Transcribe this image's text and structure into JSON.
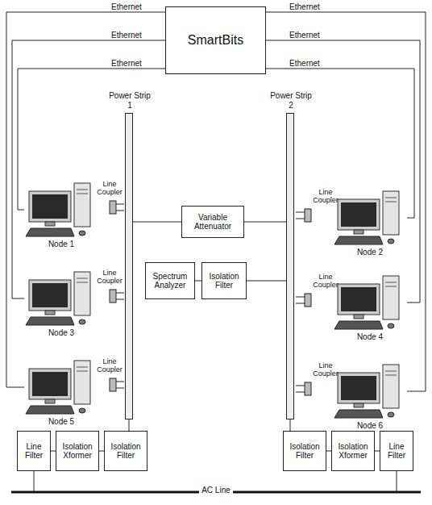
{
  "diagram": {
    "nodes": [
      {
        "text": [
          "SmartBits"
        ]
      },
      {
        "text": [
          "Power Strip 1"
        ]
      },
      {
        "text": [
          "Power Strip 2"
        ]
      },
      {
        "text": [
          "Node 1"
        ]
      },
      {
        "text": [
          "Variable Attenuator"
        ]
      },
      {
        "text": [
          "Node 2"
        ]
      },
      {
        "text": [
          "Node 3"
        ]
      },
      {
        "text": [
          "Spectrum Analyzer"
        ]
      },
      {
        "text": [
          "Isolation Filter"
        ]
      },
      {
        "text": [
          "Node 4"
        ]
      },
      {
        "text": [
          "Node 5"
        ]
      },
      {
        "text": [
          "Node 6"
        ]
      },
      {
        "text": [
          "Line Filter"
        ]
      },
      {
        "text": [
          "Isolation Xformer"
        ]
      },
      {
        "text": [
          "Isolation Filter"
        ]
      },
      {
        "text": [
          "Isolation Filter"
        ]
      },
      {
        "text": [
          "Isolation Xformer"
        ]
      },
      {
        "text": [
          "Line Filter"
        ]
      }
    ],
    "edges": [
      {
        "from": 0,
        "to": 3,
        "arrow": "none",
        "label": "Ethernet"
      },
      {
        "from": 0,
        "to": 6,
        "arrow": "none",
        "label": "Ethernet"
      },
      {
        "from": 0,
        "to": 10,
        "arrow": "none",
        "label": "Ethernet"
      },
      {
        "from": 0,
        "to": 5,
        "arrow": "none",
        "label": "Ethernet"
      },
      {
        "from": 0,
        "to": 9,
        "arrow": "none",
        "label": "Ethernet"
      },
      {
        "from": 0,
        "to": 11,
        "arrow": "none",
        "label": "Ethernet"
      },
      {
        "from": 1,
        "to": 4,
        "arrow": "none"
      },
      {
        "from": 4,
        "to": 2,
        "arrow": "none"
      },
      {
        "from": 7,
        "to": 8,
        "arrow": "none"
      },
      {
        "from": 8,
        "to": 2,
        "arrow": "none"
      },
      {
        "from": 1,
        "to": 14,
        "arrow": "none"
      },
      {
        "from": 14,
        "to": 13,
        "arrow": "none"
      },
      {
        "from": 13,
        "to": 12,
        "arrow": "none"
      },
      {
        "from": 2,
        "to": 15,
        "arrow": "none"
      },
      {
        "from": 15,
        "to": 16,
        "arrow": "none"
      },
      {
        "from": 16,
        "to": 17,
        "arrow": "none"
      }
    ],
    "labels": [
      "Line Coupler",
      "Line Coupler",
      "Line Coupler",
      "Line Coupler",
      "Line Coupler",
      "Line Coupler",
      "AC Line"
    ]
  }
}
